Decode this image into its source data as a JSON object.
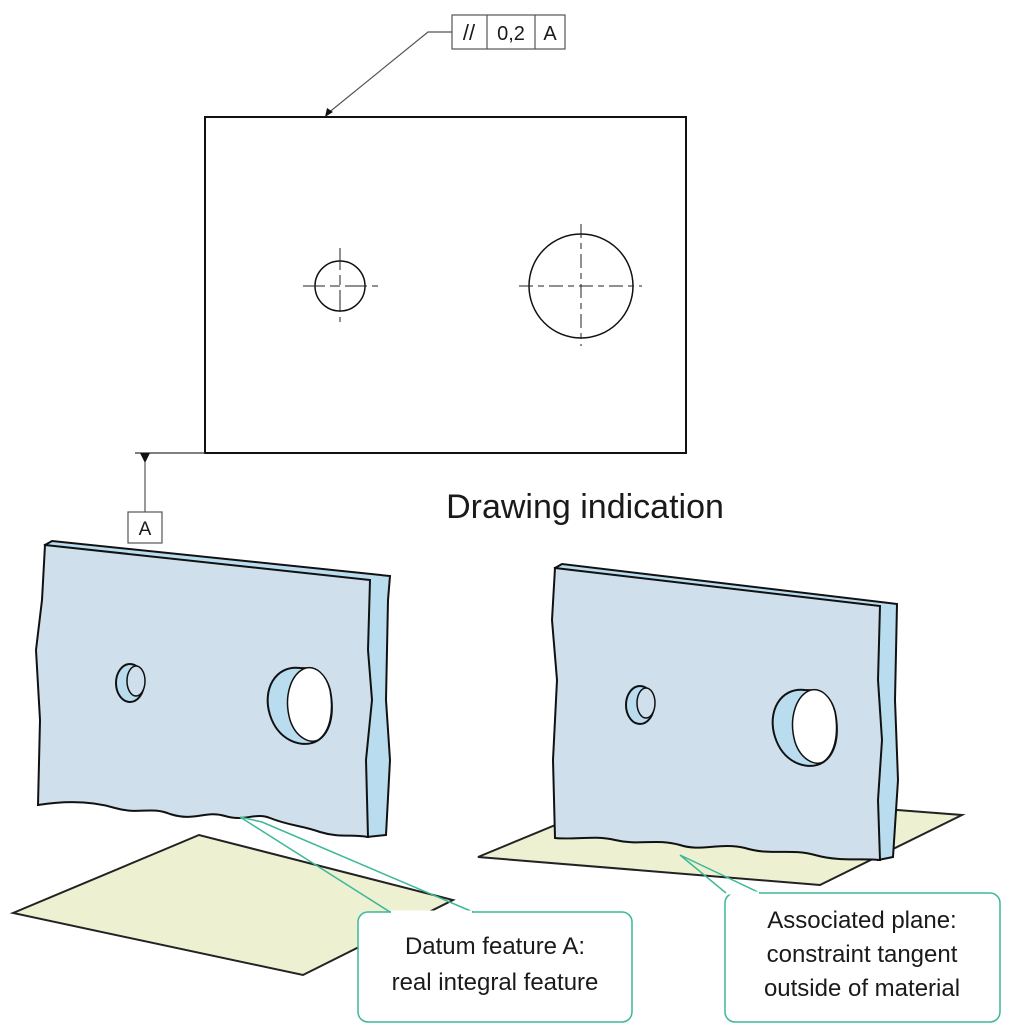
{
  "drawing": {
    "feature_control_frame": {
      "symbol": "//",
      "tolerance": "0,2",
      "datum": "A"
    },
    "datum_label": "A",
    "caption": "Drawing indication"
  },
  "callouts": {
    "datum_feature": {
      "line1": "Datum feature A:",
      "line2": "real integral feature"
    },
    "associated_plane": {
      "line1": "Associated plane:",
      "line2": "constraint tangent",
      "line3": "outside of material"
    }
  },
  "colors": {
    "plate": "#cfe0ec",
    "edge": "#b9dcef",
    "plane": "#eef0d2",
    "callout": "#3cb898",
    "line": "#1a1a1a"
  }
}
